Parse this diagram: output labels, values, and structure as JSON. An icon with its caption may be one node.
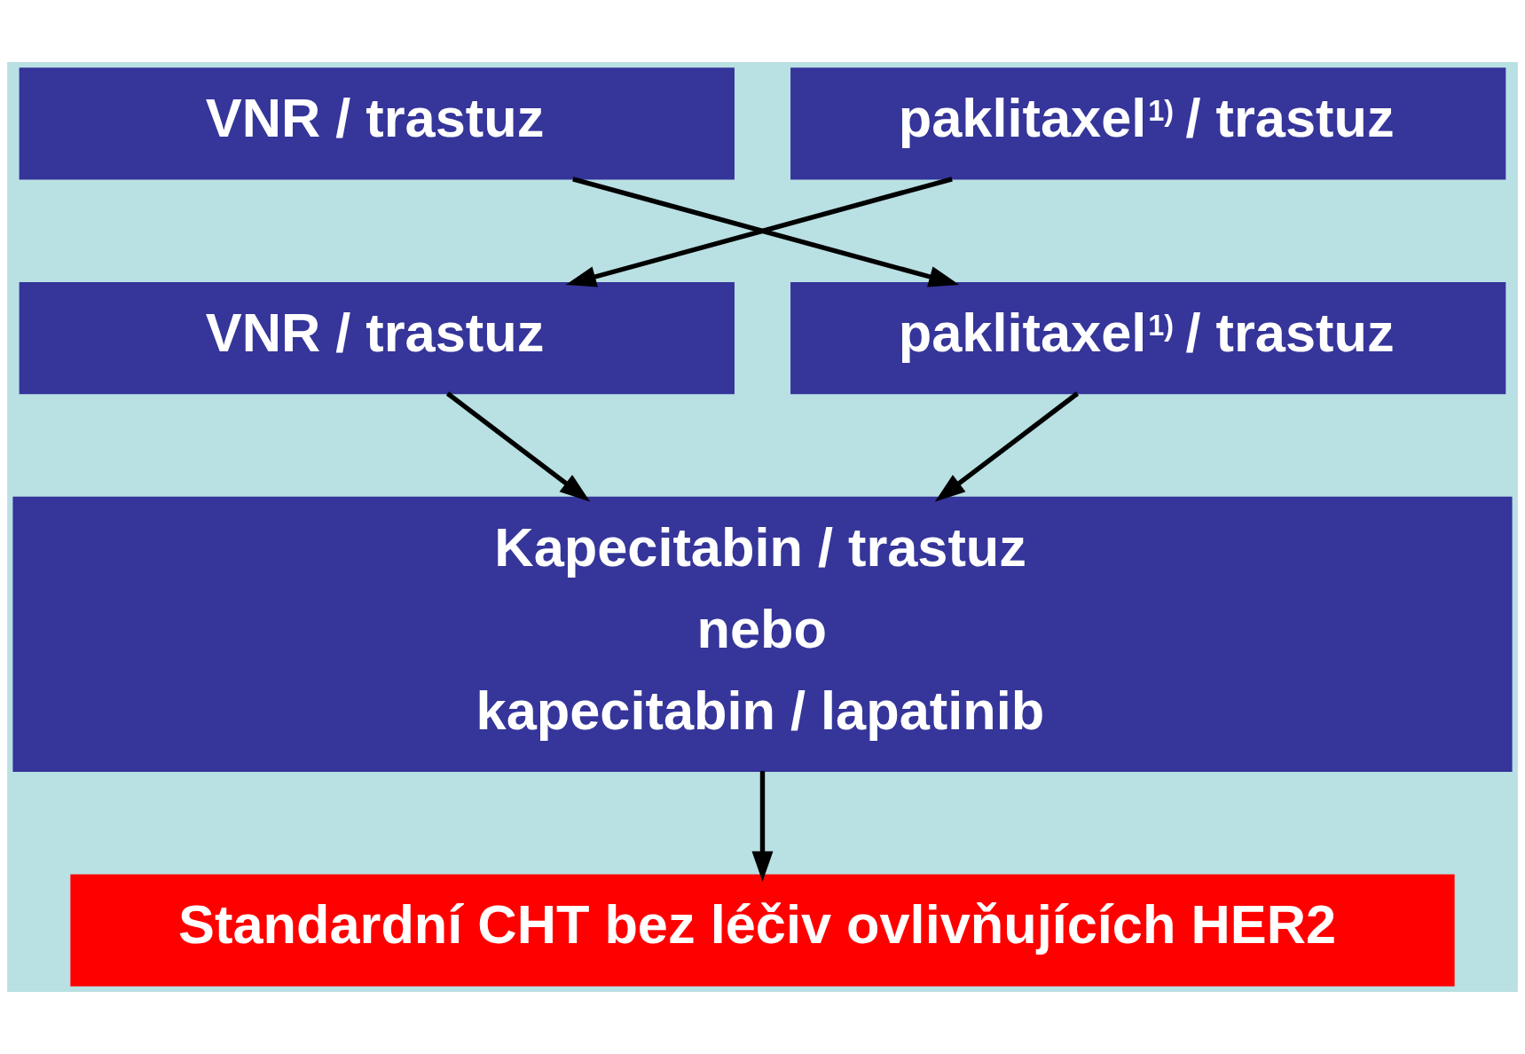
{
  "diagram": {
    "nodes": [
      {
        "text": [
          "VNR / trastuz"
        ]
      },
      {
        "text": [
          "paklitaxel$^{1)}$ / trastuz"
        ]
      },
      {
        "text": [
          "VNR / trastuz"
        ]
      },
      {
        "text": [
          "paklitaxel$^{1)}$ / trastuz"
        ]
      },
      {
        "text": [
          "Kapecitabin / trastuz",
          "nebo",
          "kapecitabin / lapatinib"
        ]
      },
      {
        "text": [
          "Standardní CHT bez léčiv ovlivňujících HER2"
        ]
      }
    ],
    "edges": [
      {
        "from": 0,
        "to": 3,
        "arrow": "to"
      },
      {
        "from": 1,
        "to": 2,
        "arrow": "to"
      },
      {
        "from": 2,
        "to": 4,
        "arrow": "to"
      },
      {
        "from": 3,
        "to": 4,
        "arrow": "to"
      },
      {
        "from": 4,
        "to": 5,
        "arrow": "to"
      }
    ]
  }
}
